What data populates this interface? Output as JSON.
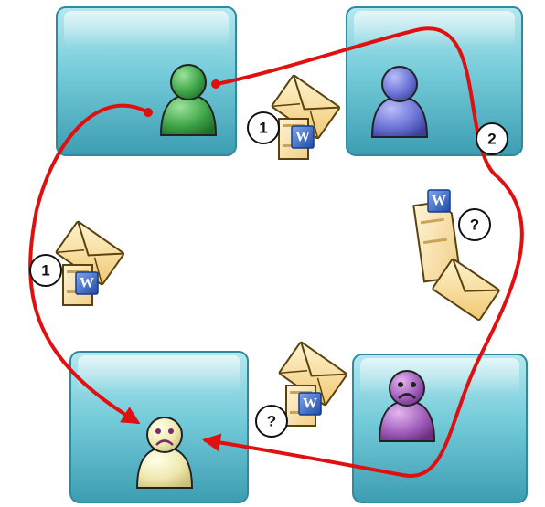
{
  "colors": {
    "box_light": "#a9e1ea",
    "box_mid": "#5fbfd0",
    "box_dark": "#2a8aa0",
    "box_edge": "#1d6f85",
    "flow_arrow": "#e01010",
    "person_green": "#3fa548",
    "person_blue": "#6b74d6",
    "person_purple": "#a35fbc",
    "person_beige": "#efe9b0",
    "envelope": "#f6dc9a",
    "word_blue": "#2f5fbf"
  },
  "people": [
    {
      "name": "sender",
      "color": "green",
      "mood": "neutral",
      "icon": "person-icon"
    },
    {
      "name": "recipient-blue",
      "color": "blue",
      "mood": "neutral",
      "icon": "person-icon"
    },
    {
      "name": "recipient-purple",
      "color": "purple",
      "mood": "sad",
      "icon": "sad-person-icon"
    },
    {
      "name": "recipient-beige",
      "color": "beige",
      "mood": "sad",
      "icon": "sad-person-icon"
    }
  ],
  "badges": {
    "top_mail": "1",
    "left_mail": "1",
    "right_route": "2",
    "right_doc": "?",
    "bottom_mail": "?"
  },
  "doc_label": "W",
  "icons": [
    "envelope-icon",
    "word-document-icon",
    "person-icon",
    "sad-person-icon",
    "red-arrow"
  ]
}
